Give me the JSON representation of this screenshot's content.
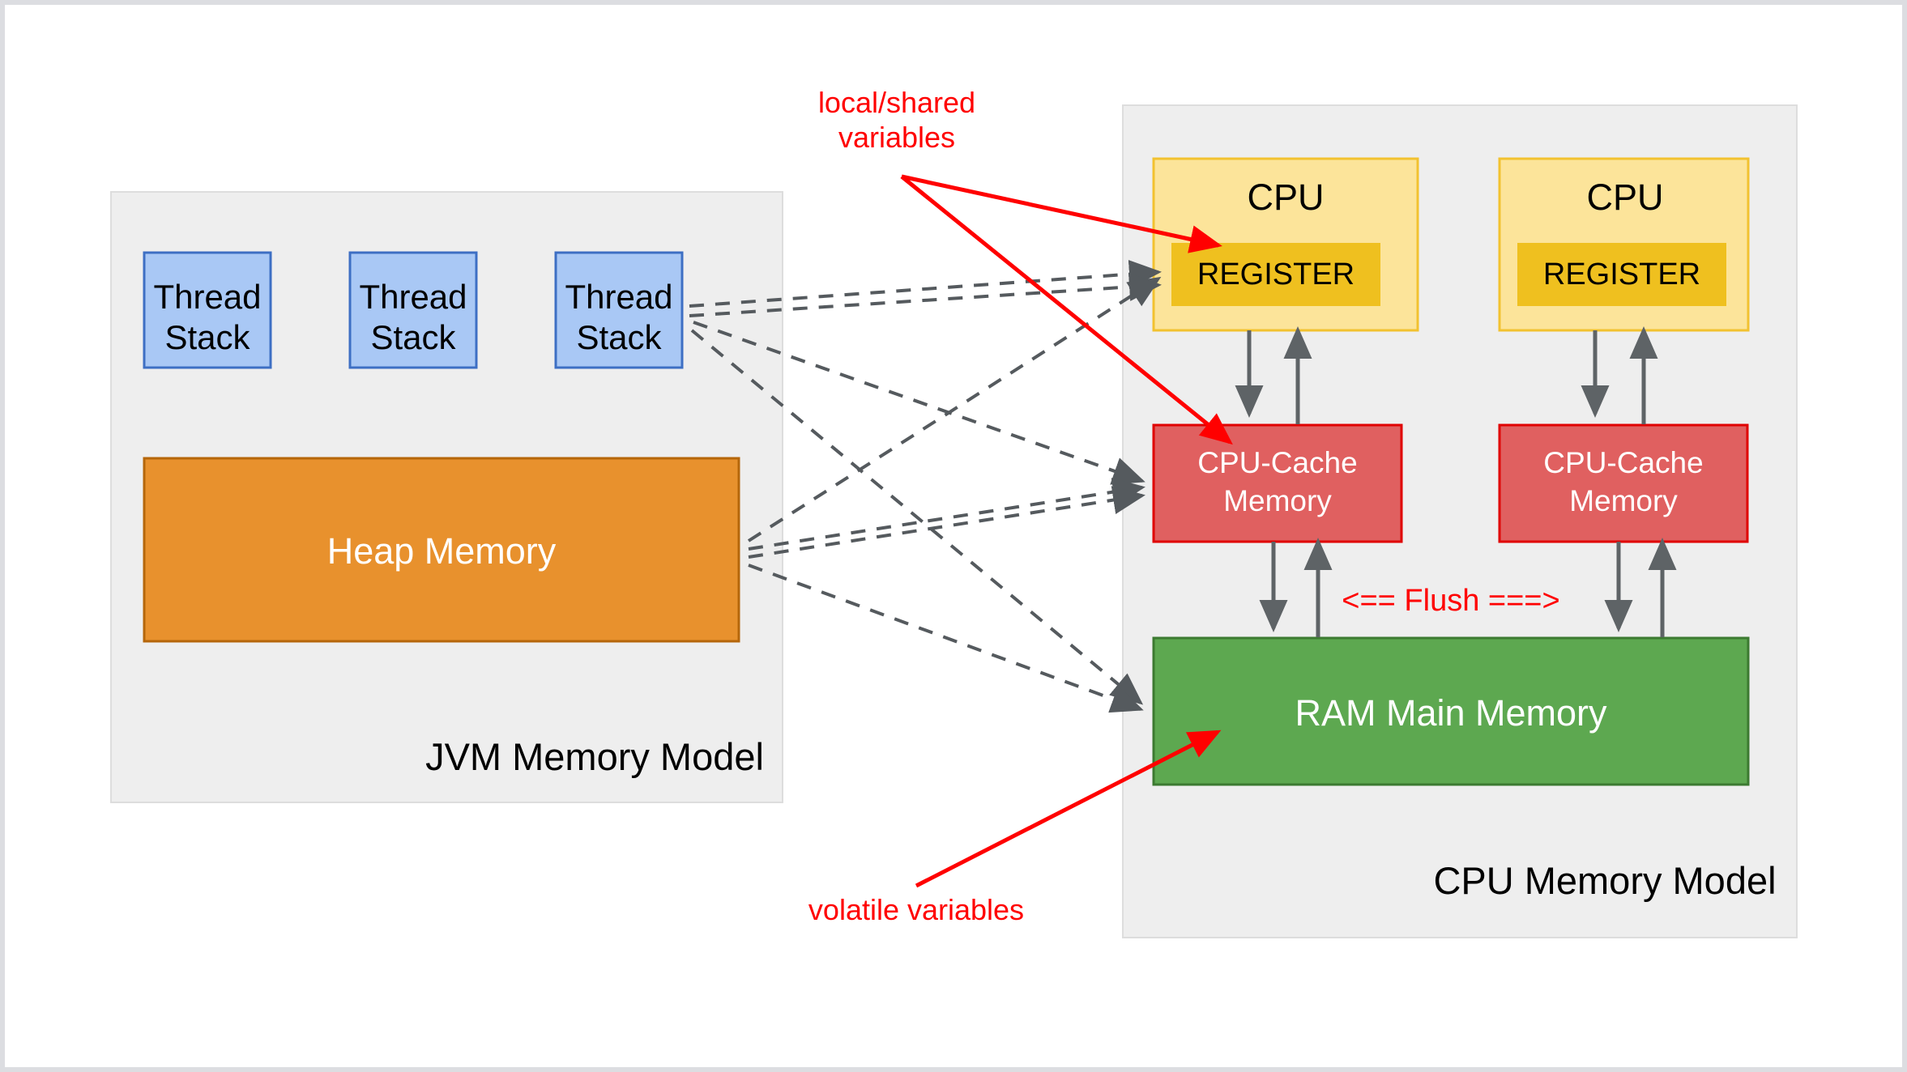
{
  "diagram": {
    "title_jvm": "JVM Memory Model",
    "title_cpu": "CPU Memory Model"
  },
  "jvm": {
    "label": "JVM Memory Model",
    "thread_stacks": [
      {
        "line1": "Thread",
        "line2": "Stack"
      },
      {
        "line1": "Thread",
        "line2": "Stack"
      },
      {
        "line1": "Thread",
        "line2": "Stack"
      }
    ],
    "heap": {
      "label": "Heap Memory"
    }
  },
  "cpu": {
    "label": "CPU Memory Model",
    "cores": [
      {
        "title": "CPU",
        "register": "REGISTER",
        "cache_line1": "CPU-Cache",
        "cache_line2": "Memory"
      },
      {
        "title": "CPU",
        "register": "REGISTER",
        "cache_line1": "CPU-Cache",
        "cache_line2": "Memory"
      }
    ],
    "ram": {
      "label": "RAM Main Memory"
    },
    "flush_label": "<== Flush ===>"
  },
  "annotations": {
    "local_shared_line1": "local/shared",
    "local_shared_line2": "variables",
    "volatile": "volatile variables"
  },
  "colors": {
    "thread_fill": "#a9c8f5",
    "thread_stroke": "#3d6fc4",
    "heap_fill": "#e8912d",
    "heap_stroke": "#b5660a",
    "cpu_fill": "#fce49a",
    "cpu_stroke": "#f2c230",
    "register_fill": "#efc01f",
    "cache_fill": "#e06060",
    "cache_stroke": "#e00000",
    "ram_fill": "#5da850",
    "ram_stroke": "#3c7a31",
    "group_fill": "#eeeeee",
    "annotation_red": "#ff0000",
    "arrow_gray": "#555a5e"
  }
}
